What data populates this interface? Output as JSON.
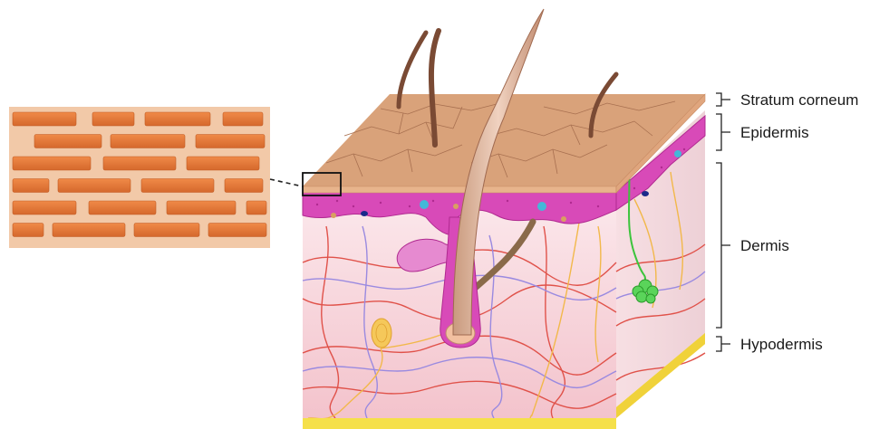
{
  "labels": {
    "stratum_corneum": "Stratum corneum",
    "epidermis": "Epidermis",
    "dermis": "Dermis",
    "hypodermis": "Hypodermis"
  },
  "colors": {
    "brick": "#e07a3a",
    "mortar": "#f2c9a8",
    "skin_surface": "#d9a27a",
    "epidermis": "#d84ab8",
    "dermis": "#f6d6da",
    "hypodermis": "#f5e04a",
    "hair": "#8a5a44",
    "sweat_gland": "#3cc43c",
    "artery": "#e0524a",
    "vein": "#9a8ae0",
    "nerve": "#f2b84a"
  },
  "icons": [
    "brick-wall-inset",
    "magnify-box",
    "skin-cross-section"
  ]
}
